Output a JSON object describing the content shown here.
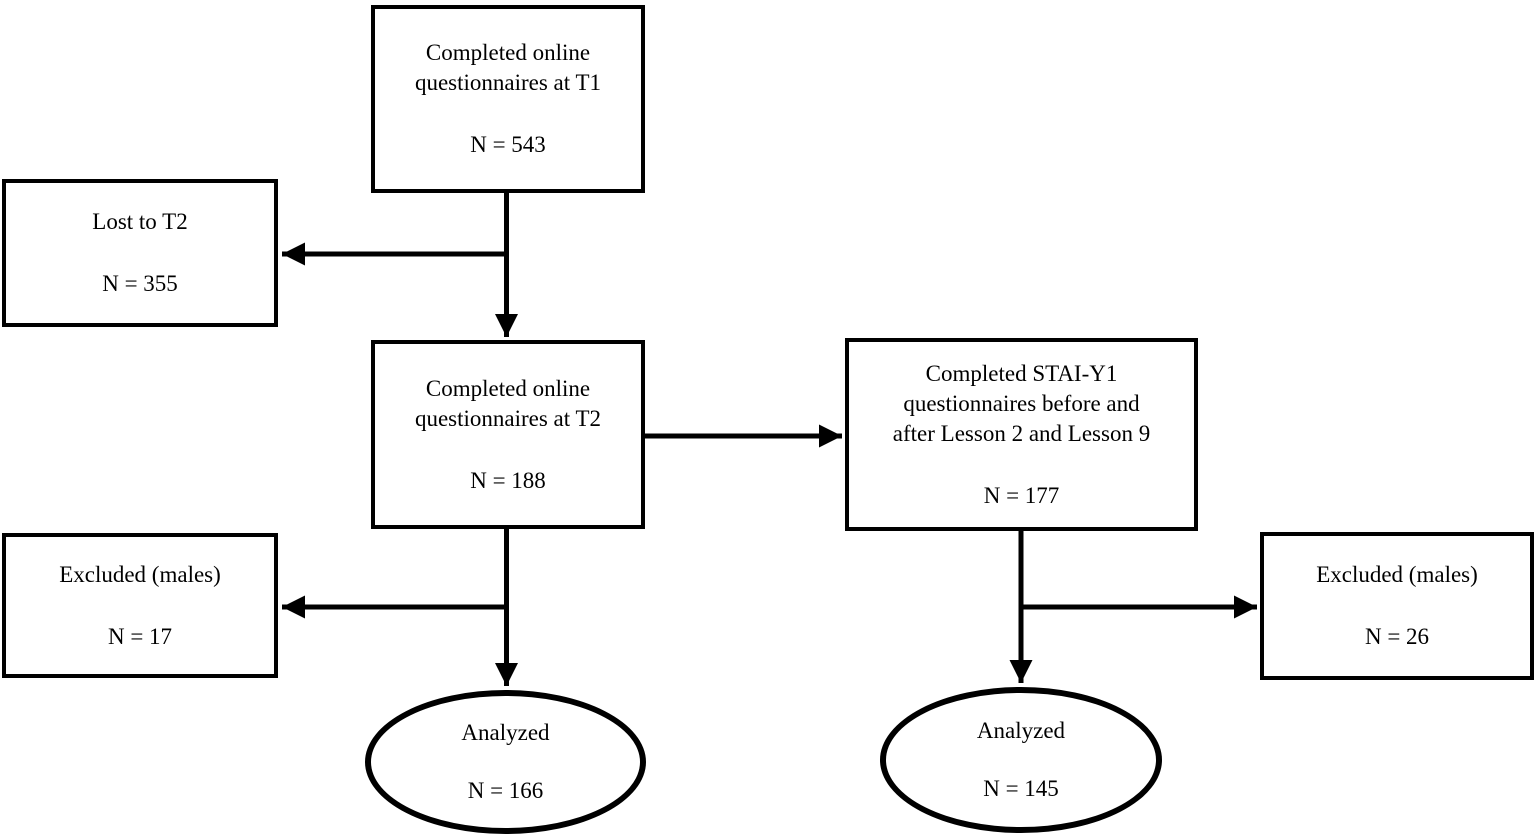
{
  "figure": {
    "type": "flowchart",
    "background": "#ffffff",
    "line_color": "#000000",
    "text_color": "#000000"
  },
  "nodes": {
    "t1": {
      "shape": "rect",
      "title": "Completed online\nquestionnaires at T1",
      "n": "N = 543"
    },
    "lost_t2": {
      "shape": "rect",
      "title": "Lost to T2",
      "n": "N = 355"
    },
    "t2": {
      "shape": "rect",
      "title": "Completed online\nquestionnaires at T2",
      "n": "N = 188"
    },
    "stai": {
      "shape": "rect",
      "title": "Completed STAI-Y1\nquestionnaires before and\nafter Lesson 2 and Lesson 9",
      "n": "N = 177"
    },
    "excluded_left": {
      "shape": "rect",
      "title": "Excluded (males)",
      "n": "N = 17"
    },
    "excluded_right": {
      "shape": "rect",
      "title": "Excluded (males)",
      "n": "N = 26"
    },
    "analyzed_left": {
      "shape": "ellipse",
      "title": "Analyzed",
      "n": "N = 166"
    },
    "analyzed_right": {
      "shape": "ellipse",
      "title": "Analyzed",
      "n": "N = 145"
    }
  },
  "edges": [
    {
      "from": "t1",
      "to": "lost_t2",
      "direction": "left"
    },
    {
      "from": "t1",
      "to": "t2",
      "direction": "down"
    },
    {
      "from": "t2",
      "to": "stai",
      "direction": "right"
    },
    {
      "from": "t2",
      "to": "excluded_left",
      "direction": "left"
    },
    {
      "from": "t2",
      "to": "analyzed_left",
      "direction": "down"
    },
    {
      "from": "stai",
      "to": "excluded_right",
      "direction": "right"
    },
    {
      "from": "stai",
      "to": "analyzed_right",
      "direction": "down"
    }
  ]
}
